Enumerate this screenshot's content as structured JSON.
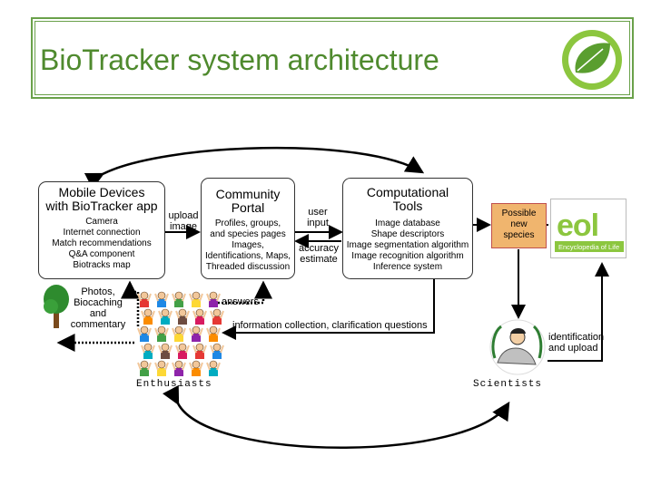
{
  "title": "BioTracker system architecture",
  "boxes": {
    "mobile": {
      "head": "Mobile Devices\nwith BioTracker app",
      "body": "Camera\nInternet connection\nMatch recommendations\nQ&A component\nBiotracks map"
    },
    "portal": {
      "head": "Community\nPortal",
      "body": "Profiles, groups,\nand species pages\nImages,\nIdentifications, Maps,\nThreaded discussion"
    },
    "tools": {
      "head": "Computational\nTools",
      "body": "Image database\nShape descriptors\nImage segmentation algorithm\nImage recognition algorithm\nInference system"
    }
  },
  "labels": {
    "upload_image": "upload\nimage",
    "user_input": "user\ninput",
    "accuracy_estimate": "accuracy\nestimate",
    "possible_species": "Possible\nnew\nspecies",
    "photos": "Photos,\nBiocaching\nand\ncommentary",
    "answers": "answers",
    "info_collection": "information collection, clarification questions",
    "identification": "identification\nand upload",
    "enthusiasts": "Enthusiasts",
    "scientists": "Scientists"
  },
  "eol": {
    "logo": "eol",
    "subtitle": "Encyclopedia of Life"
  },
  "colors": {
    "title": "#4f8a2e",
    "frame": "#6aa14a",
    "species_fill": "#f0b56e",
    "species_border": "#c0504d",
    "eol_green": "#8cc63f"
  },
  "icons": {
    "leaf_logo": "leaf-logo-icon",
    "tree": "tree-icon",
    "crowd": "enthusiasts-crowd-icon",
    "scientist": "scientist-icon"
  }
}
